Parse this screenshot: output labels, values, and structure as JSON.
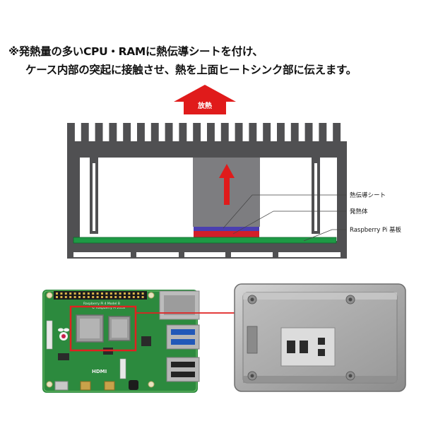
{
  "caption": {
    "line1": "※発熱量の多いCPU・RAMに熱伝導シートを付け、",
    "line2": "ケース内部の突起に接触させ、熱を上面ヒートシンク部に伝えます。"
  },
  "diagram": {
    "heat_release_label": "放熱",
    "labels": {
      "thermal_sheet": "熱伝導シート",
      "heat_source": "発熱体",
      "board": "Raspberry Pi 基板"
    }
  },
  "photo": {
    "board_print_1": "Raspberry Pi 4 Model B",
    "board_print_2": "© Raspberry Pi 2018",
    "hdmi_print": "HDMI"
  },
  "colors": {
    "case": "#505052",
    "arrow": "#e01b1b",
    "thermal_sheet": "#4b3fb0",
    "heat_source": "#d21f2a",
    "board": "#1e9a45",
    "highlight": "#e02020"
  }
}
